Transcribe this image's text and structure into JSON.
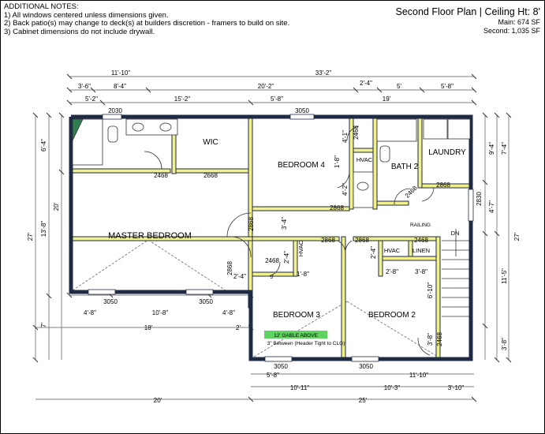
{
  "notes": {
    "heading": "ADDITIONAL NOTES:",
    "items": [
      "1) All windows centered unless dimensions given.",
      "2) Back patio(s) may change to deck(s) at builders discretion - framers to build on site.",
      "3) Cabinet dimensions do not include drywall."
    ]
  },
  "title_block": {
    "title": "Second Floor Plan | Ceiling Ht: 8'",
    "main_sf": "Main: 674 SF",
    "second_sf": "Second: 1,035 SF"
  },
  "rooms": {
    "wic": "WIC",
    "bedroom4": "BEDROOM 4",
    "bath2": "BATH 2",
    "laundry": "LAUNDRY",
    "master": "MASTER BEDROOM",
    "bedroom3": "BEDROOM 3",
    "bedroom2": "BEDROOM 2",
    "hvac1": "HVAC",
    "hvac2": "HVAC",
    "hvac3": "HVAC",
    "linen": "LINEN",
    "railing": "RAILING",
    "dn": "DN"
  },
  "gable": {
    "label": "12' GABLE ABOVE",
    "note": "3\" Between (Header Tight to CLG)"
  },
  "openings": {
    "w_top_bath": "2030",
    "w_top_bed4": "3050",
    "d_wic_master": "2468",
    "d_wic": "2668",
    "d_bed4_top": "2468",
    "d_bed4_bot": "2868",
    "d_bath2": "2468",
    "d_laundry": "2868",
    "d_master": "2868",
    "d_master_right": "2868",
    "d_closet_b3": "2468",
    "d_bed3": "2868",
    "d_bed2": "2868",
    "d_linen": "2468",
    "d_bed2_closet": "2468",
    "w_right": "2830",
    "w_master_left": "3050",
    "w_master_right": "3050",
    "w_bed3": "3050",
    "w_bed2": "3050"
  },
  "dims": {
    "top_1": "11'-10\"",
    "top_2": "33'-2\"",
    "top_3": "3'-6\"",
    "top_4": "8'-4\"",
    "top_5": "20'-2\"",
    "top_6": "2'-4\"",
    "top_7": "5'",
    "top_8": "5'-8\"",
    "top_9": "5'-2\"",
    "top_10": "15'-2\"",
    "top_11": "5'-8\"",
    "top_12": "19'",
    "left_1": "6'-4\"",
    "left_2": "20'",
    "left_3": "13'-8\"",
    "left_4": "27'",
    "left_5": "7'",
    "right_1": "7'-4\"",
    "right_2": "9'-4\"",
    "right_3": "4'-7\"",
    "right_4": "27'",
    "right_5": "11'-5\"",
    "right_6": "3'-8\"",
    "bot_1": "4'-8\"",
    "bot_2": "10'-8\"",
    "bot_3": "4'-8\"",
    "bot_4": "18'",
    "bot_5": "2'",
    "bot_6": "5'-8\"",
    "bot_7": "11'-10\"",
    "bot_8": "10'-11\"",
    "bot_9": "10'-3\"",
    "bot_10": "3'-10\"",
    "bot_11": "20'",
    "bot_12": "25'",
    "int_1": "4'-1\"",
    "int_2": "1'-8\"",
    "int_3": "4'-2\"",
    "int_4": "3'-4\"",
    "int_5": "2'-4\"",
    "int_6": "1'-8\"",
    "int_7": "5'",
    "int_8": "2'-4\"",
    "int_9": "2'-4\"",
    "int_10": "2'-8\"",
    "int_11": "3'-8\"",
    "int_12": "6'-10\"",
    "int_13": "3'-8\""
  },
  "colors": {
    "ext_wall": "#1f2a44",
    "int_wall": "#f2f08a",
    "gable_bg": "#5fd35f"
  }
}
